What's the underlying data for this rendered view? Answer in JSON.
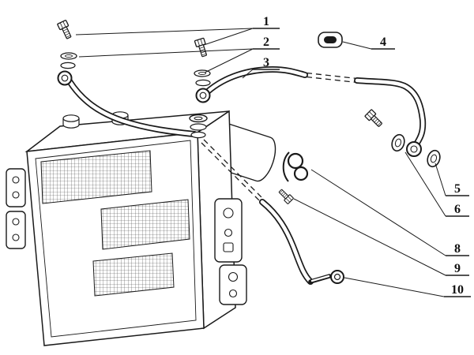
{
  "meta": {
    "background": "#ffffff",
    "line_color": "#1a1a1a",
    "kind": "exploded-parts-diagram",
    "subject": "oil-cooler-radiator-with-hoses"
  },
  "diagram": {
    "callouts": [
      {
        "label": "1"
      },
      {
        "label": "2"
      },
      {
        "label": "3"
      },
      {
        "label": "4"
      },
      {
        "label": "5"
      },
      {
        "label": "6"
      },
      {
        "label": "8"
      },
      {
        "label": "9"
      },
      {
        "label": "10"
      }
    ]
  }
}
